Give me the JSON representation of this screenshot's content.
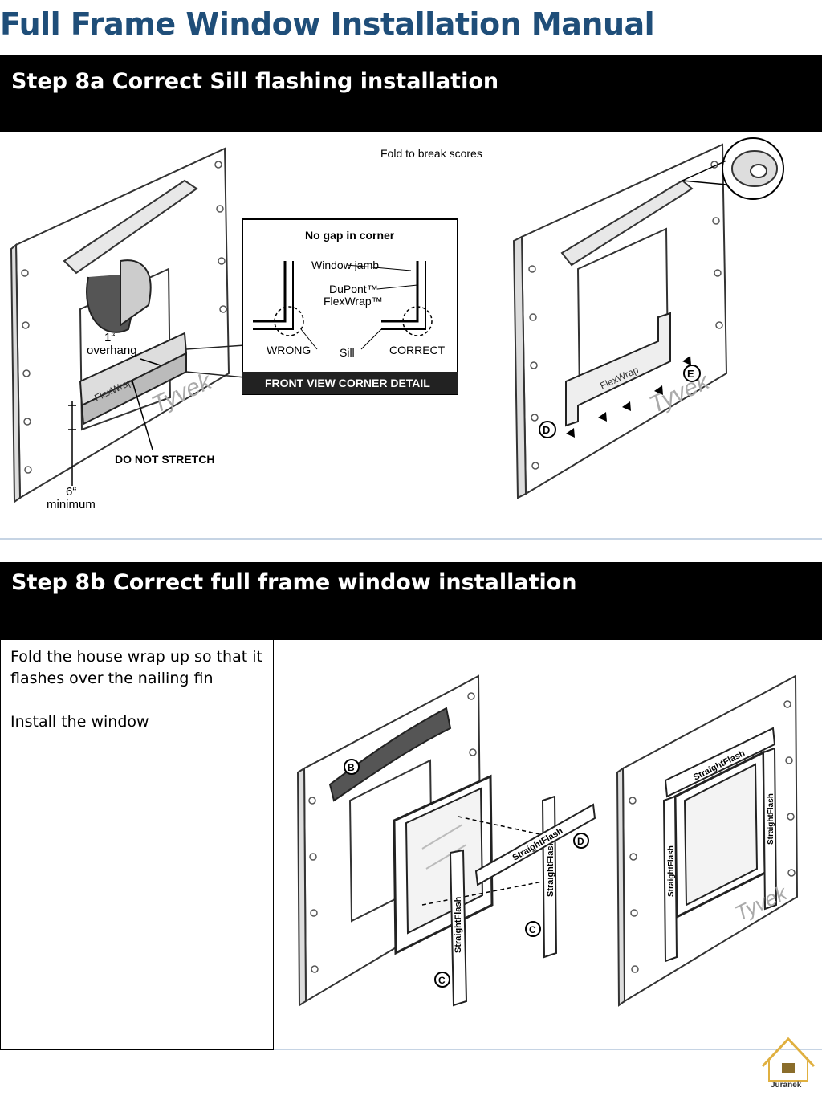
{
  "header": {
    "title": "Full Frame Window Installation Manual"
  },
  "step8a": {
    "heading": "Step 8a Correct Sill flashing installation",
    "fig": {
      "fold_caption": "Fold to break scores",
      "overhang_value": "1“",
      "overhang_label": "overhang",
      "do_not_stretch": "DO NOT STRETCH",
      "min_value": "6“",
      "min_label": "minimum",
      "no_gap": "No gap in corner",
      "window_jamb": "Window jamb",
      "dupont": "DuPont™",
      "flexwrap": "FlexWrap™",
      "wrong": "WRONG",
      "sill": "Sill",
      "correct": "CORRECT",
      "front_view": "FRONT VIEW CORNER DETAIL",
      "tyvek": "Tyvek",
      "flexwrap_tape": "FlexWrap",
      "callout_d": "D",
      "callout_e": "E"
    }
  },
  "step8b": {
    "heading": "Step 8b Correct full frame window installation",
    "instructions": [
      "Fold the house wrap up so that it flashes over the nailing fin",
      "Install the window"
    ],
    "fig": {
      "callout_b": "B",
      "callout_c": "C",
      "callout_d": "D",
      "straightflash": "StraightFlash",
      "tyvek": "Tyvek"
    }
  },
  "logo": {
    "name": "Juranek"
  }
}
